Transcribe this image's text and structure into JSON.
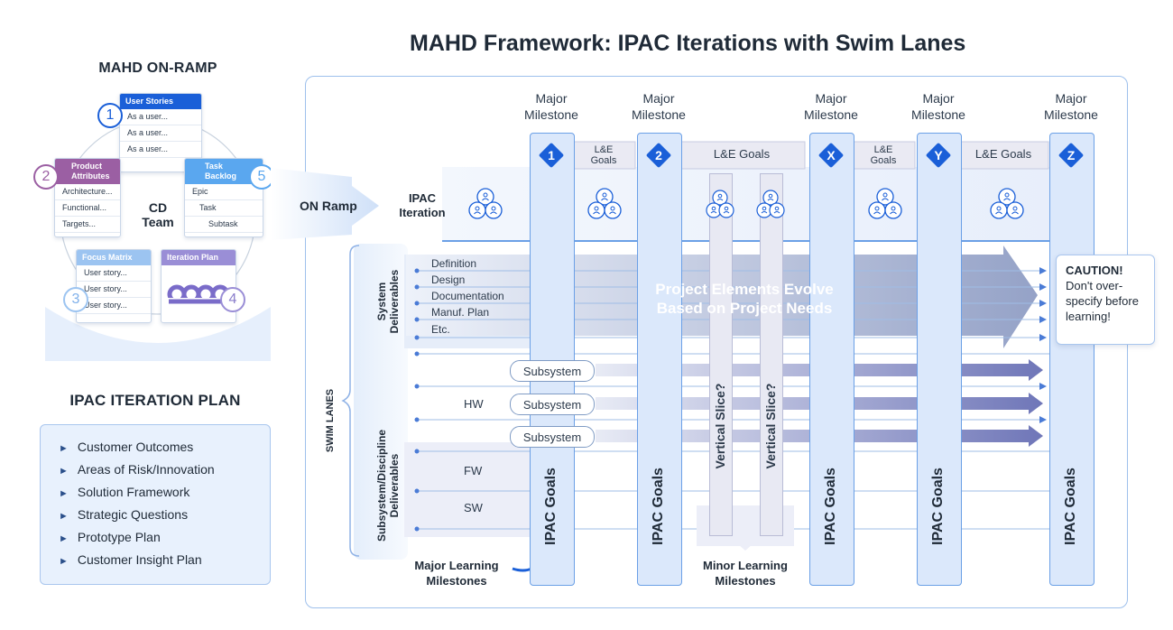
{
  "left": {
    "onramp_title": "MAHD ON-RAMP",
    "center_label": "CD\nTeam",
    "cards": {
      "user_stories": {
        "title": "User Stories",
        "rows": [
          "As a user...",
          "As a user...",
          "As a user..."
        ]
      },
      "product_attributes": {
        "title": "Product\nAttributes",
        "rows": [
          "Architecture...",
          "Functional...",
          "Targets..."
        ]
      },
      "task_backlog": {
        "title": "Task\nBacklog",
        "rows": [
          "Epic",
          "Task",
          "Subtask"
        ]
      },
      "focus_matrix": {
        "title": "Focus Matrix",
        "rows": [
          "User story...",
          "User story...",
          "User story..."
        ]
      },
      "iteration_plan": {
        "title": "Iteration Plan"
      }
    },
    "numbers": [
      "1",
      "2",
      "3",
      "4",
      "5"
    ],
    "plan_title": "IPAC ITERATION PLAN",
    "plan_items": [
      "Customer Outcomes",
      "Areas of Risk/Innovation",
      "Solution Framework",
      "Strategic Questions",
      "Prototype Plan",
      "Customer Insight Plan"
    ]
  },
  "main": {
    "title": "MAHD Framework: IPAC Iterations with Swim Lanes",
    "on_ramp": "ON Ramp",
    "ipac_iteration": "IPAC\nIteration",
    "milestone_label": "Major\nMilestone",
    "milestones": [
      "1",
      "2",
      "X",
      "Y",
      "Z"
    ],
    "le_goals_small": "L&E\nGoals",
    "le_goals": "L&E Goals",
    "ipac_goals": "IPAC Goals",
    "vertical_slice": "Vertical Slice?",
    "swim_lanes": "SWIM LANES",
    "system_deliverables": "System\nDeliverables",
    "subsystem_deliverables": "Subsystem/Discipline\nDeliverables",
    "system_lanes": [
      "Definition",
      "Design",
      "Documentation",
      "Manuf. Plan",
      "Etc."
    ],
    "arrow_text": "Project Elements Evolve\nBased on Project Needs",
    "hw": "HW",
    "fw": "FW",
    "sw": "SW",
    "subsystem": "Subsystem",
    "major_learning": "Major Learning\nMilestones",
    "minor_learning": "Minor Learning\nMilestones",
    "caution_title": "CAUTION!",
    "caution_text": "Don't over-specify before learning!"
  },
  "colors": {
    "accent": "#1a5fd8",
    "purple": "#9b5fa3",
    "sky": "#5aa7ef",
    "lavender": "#9a8ed6"
  }
}
